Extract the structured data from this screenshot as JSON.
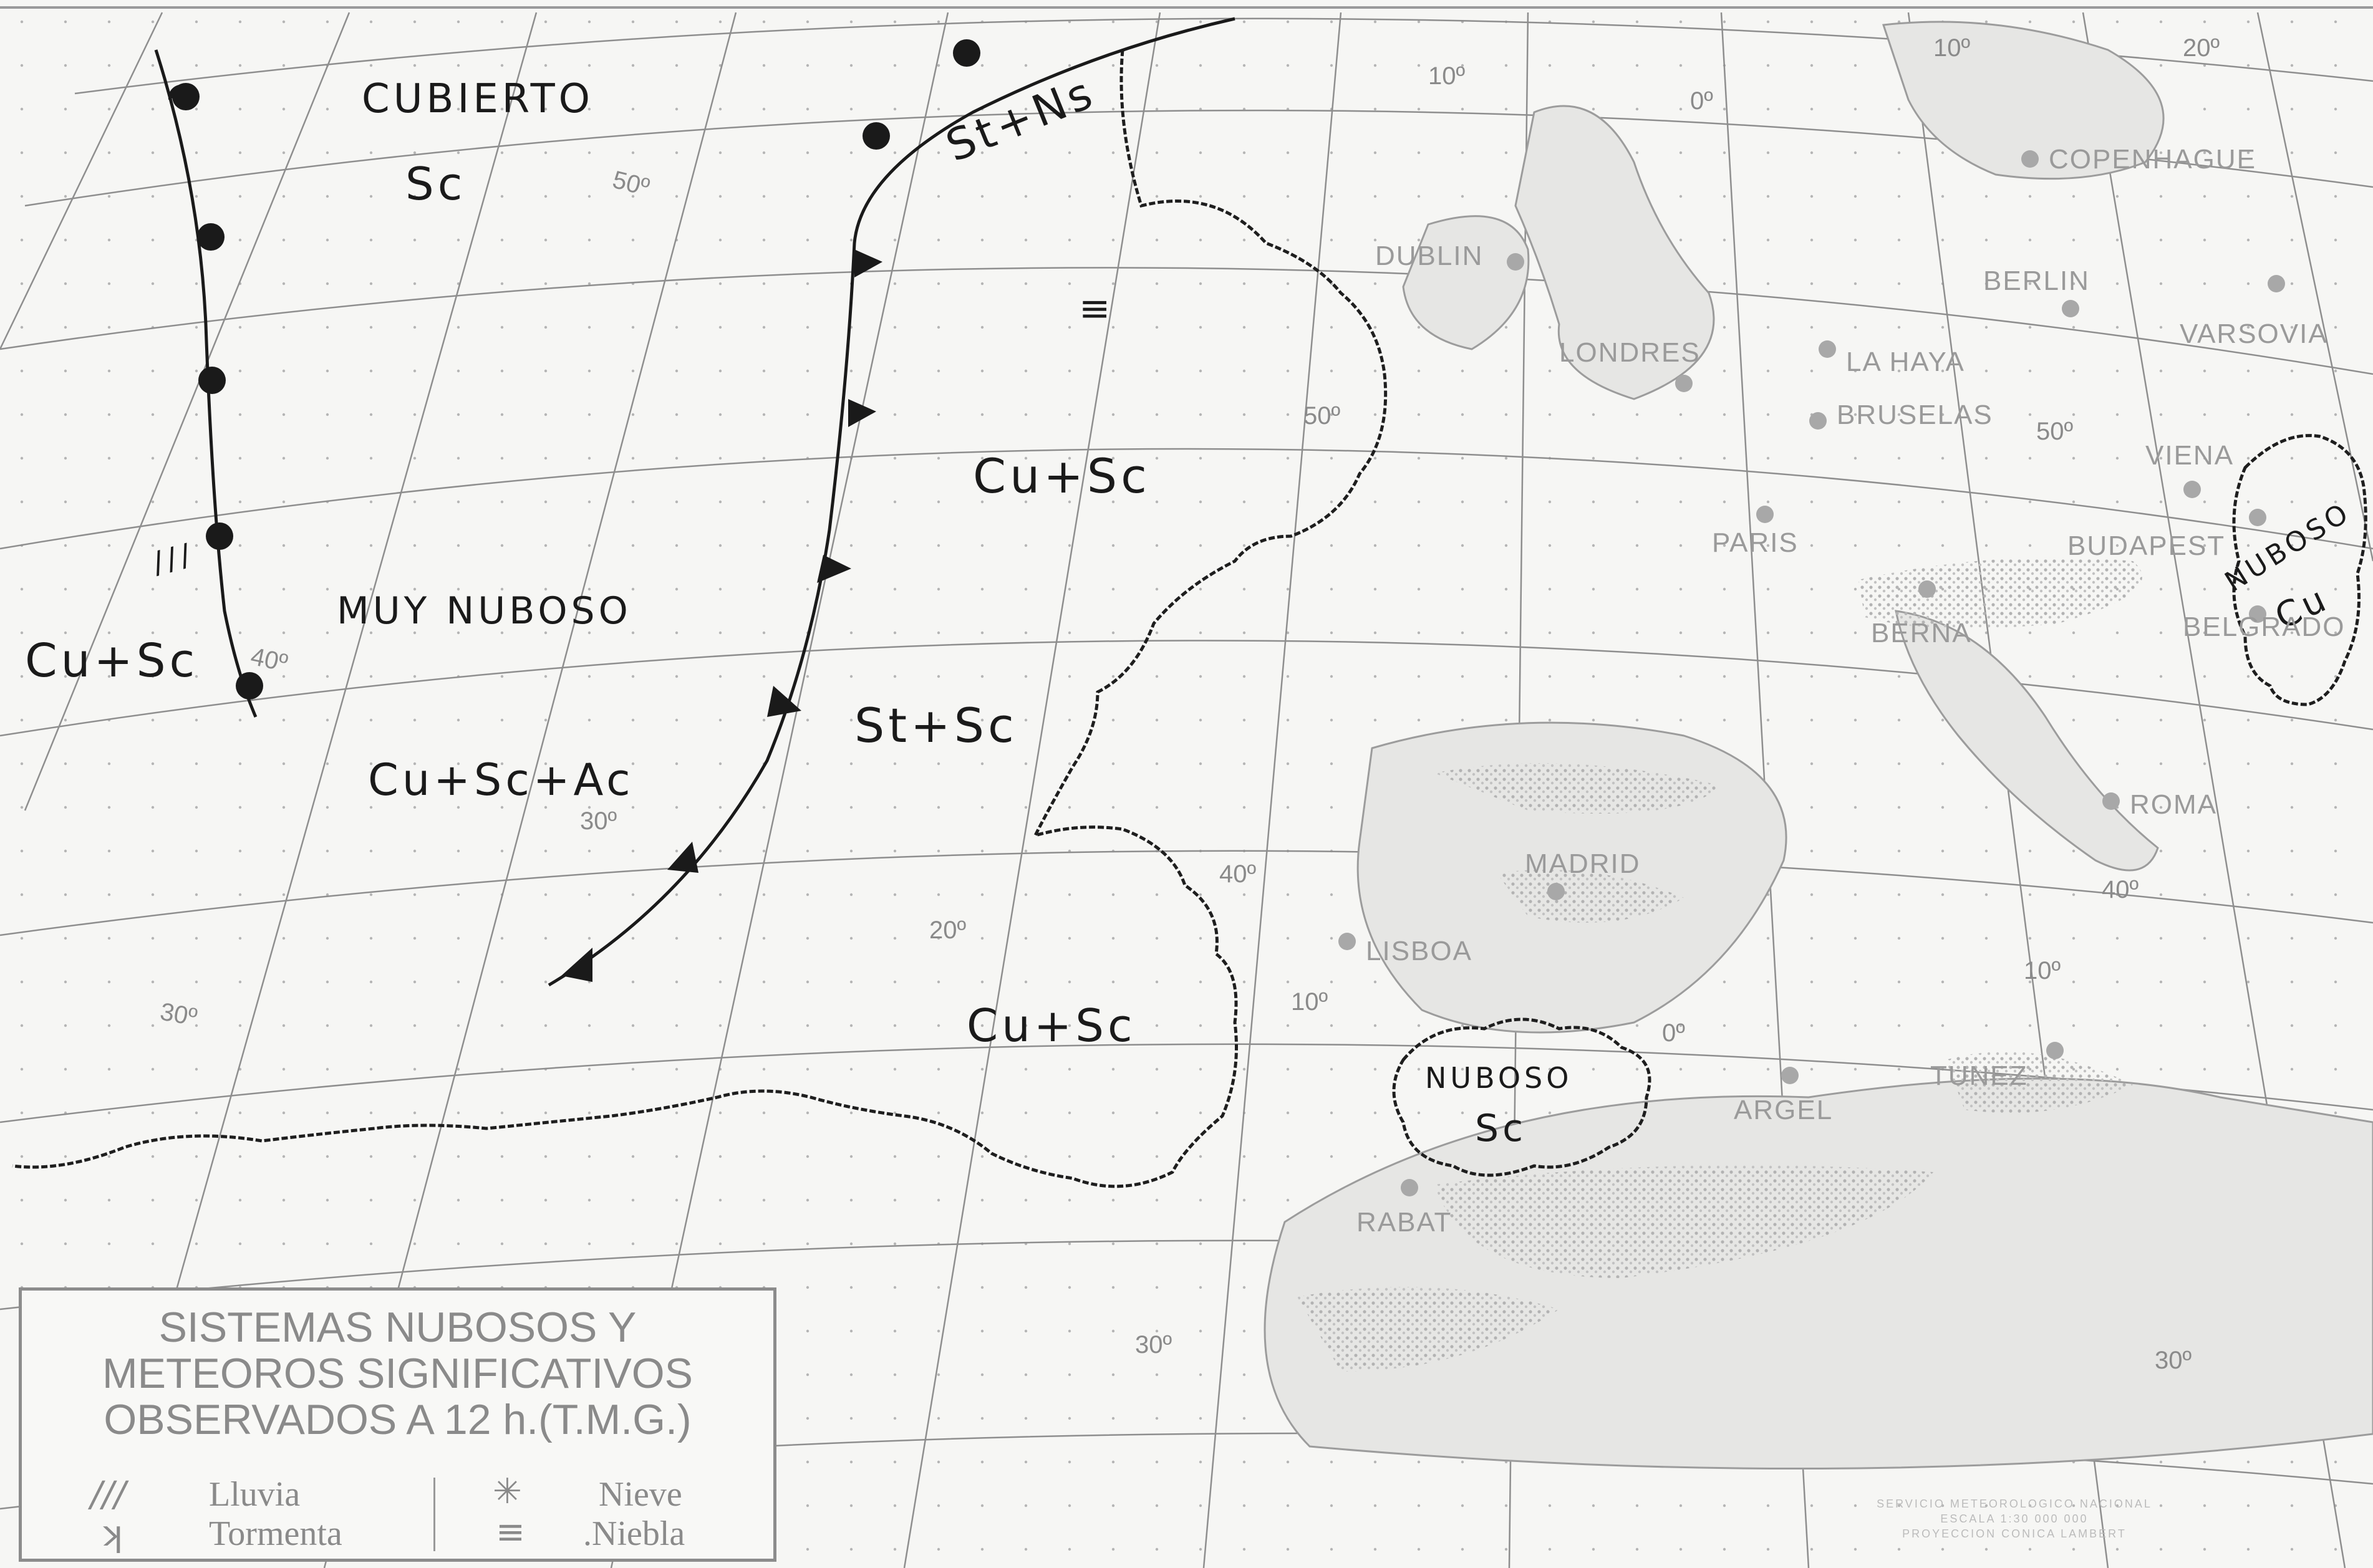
{
  "map": {
    "cloud_labels": {
      "cubierto": "CUBIERTO",
      "sc_top": "Sc",
      "st_ns": "St+Ns",
      "cu_sc_right": "Cu+Sc",
      "muy_nuboso": "MUY NUBOSO",
      "cu_sc_left": "Cu+Sc",
      "cu_sc_ac": "Cu+Sc+Ac",
      "st_sc": "St+Sc",
      "cu_sc_bottom": "Cu+Sc",
      "nuboso_south": "NUBOSO",
      "sc_south": "Sc",
      "nuboso_east": "NUBOSO",
      "cu_east": "Cu"
    },
    "weather_symbols": {
      "rain_mark": "///",
      "fog_mark": "≡"
    },
    "cities": {
      "copenhague": "COPENHAGUE",
      "dublin": "DUBLIN",
      "berlin": "BERLIN",
      "varsovia": "VARSOVIA",
      "londres": "LONDRES",
      "la_haya": "LA HAYA",
      "bruselas": "BRUSELAS",
      "viena": "VIENA",
      "paris": "PARIS",
      "budapest": "BUDAPEST",
      "berna": "BERNA",
      "belgrado": "BELGRADO",
      "roma": "ROMA",
      "madrid": "MADRID",
      "lisboa": "LISBOA",
      "argel": "ARGEL",
      "tunez": "TUNEZ",
      "rabat": "RABAT"
    },
    "graticule_labels": {
      "lon_10w_top": "10º",
      "lon_0_top": "0º",
      "lon_10e_top": "10º",
      "lon_20e_top": "20º",
      "lat_50_west": "50º",
      "lat_50_mid": "50º",
      "lat_50_east": "50º",
      "lat_40_west": "40º",
      "lat_30_west": "30º",
      "lon_20w": "20º",
      "lat_40_mid": "40º",
      "lat_40_east": "40º",
      "lon_10w_mid": "10º",
      "lon_0_mid": "0º",
      "lon_10e_mid": "10º",
      "lat_30_far_west": "30º",
      "lat_30_mid": "30º",
      "lat_30_east": "30º"
    }
  },
  "legend": {
    "title_lines": [
      "SISTEMAS NUBOSOS Y",
      "METEOROS SIGNIFICATIVOS",
      "OBSERVADOS A 12 h.(T.M.G.)"
    ],
    "items": {
      "lluvia": "Lluvia",
      "tormenta": "Tormenta",
      "nieve": "Nieve",
      "niebla": ".Niebla"
    },
    "symbols": {
      "lluvia": "///",
      "tormenta": "ʞ",
      "nieve": "✳",
      "niebla": "≡"
    }
  },
  "credits": {
    "line1": "SERVICIO METEOROLOGICO NACIONAL",
    "line2": "ESCALA 1:30 000 000",
    "line3": "PROYECCION CONICA LAMBERT"
  }
}
